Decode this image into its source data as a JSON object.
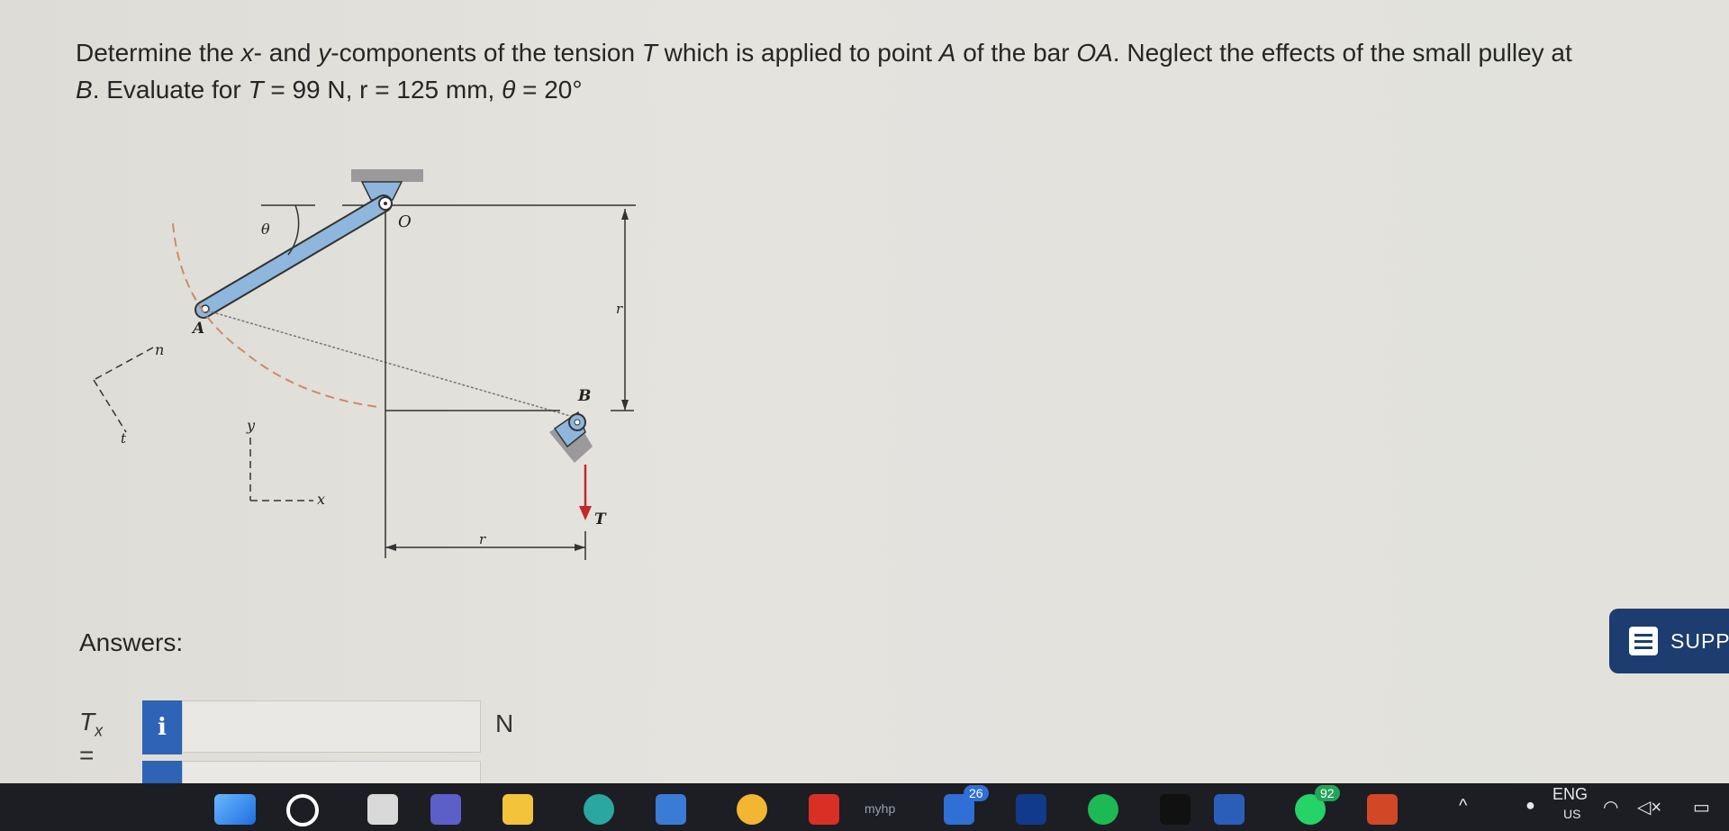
{
  "question": {
    "line1_a": "Determine the ",
    "line1_x": "x",
    "line1_b": "- and ",
    "line1_y": "y",
    "line1_c": "-components of the tension ",
    "line1_T": "T",
    "line1_d": " which is applied to point ",
    "line1_A": "A",
    "line1_e": " of the bar ",
    "line1_OA": "OA",
    "line1_f": ". Neglect the effects of the small pulley at",
    "line2_B": "B",
    "line2_a": ". Evaluate for ",
    "line2_T": "T",
    "line2_b": " = 99 N, r = 125 mm, ",
    "line2_theta": "θ",
    "line2_c": " = 20°"
  },
  "figure": {
    "label_O": "O",
    "label_A": "A",
    "label_B": "B",
    "label_T": "T",
    "label_r_vertical": "r",
    "label_r_horizontal": "r",
    "label_theta": "θ",
    "label_n": "n",
    "label_t": "t",
    "label_y": "y",
    "label_x": "x",
    "colors": {
      "bar": "#8fb6dc",
      "arrow": "#c0282e",
      "arc": "#c98d6a"
    }
  },
  "answers": {
    "label": "Answers:",
    "tx": {
      "label_main": "T",
      "label_sub": "x",
      "equals": " =",
      "info": "i",
      "value": "",
      "unit": "N"
    }
  },
  "support": {
    "label": "SUPP",
    "icon": "chat-icon"
  },
  "taskbar": {
    "badge_26": "26",
    "badge_92": "92",
    "myhp": "myhp",
    "lang": "ENG",
    "lang_sub": "US",
    "icons": [
      "windows-icon",
      "search-icon",
      "task-view-icon",
      "teams-icon",
      "file-explorer-icon",
      "edge-icon",
      "store-icon",
      "chrome-icon",
      "gmail-icon",
      "myhp-icon",
      "calendar-icon",
      "disney-icon",
      "spotify-icon",
      "netflix-icon",
      "word-icon",
      "whatsapp-icon",
      "powerpoint-icon"
    ]
  }
}
